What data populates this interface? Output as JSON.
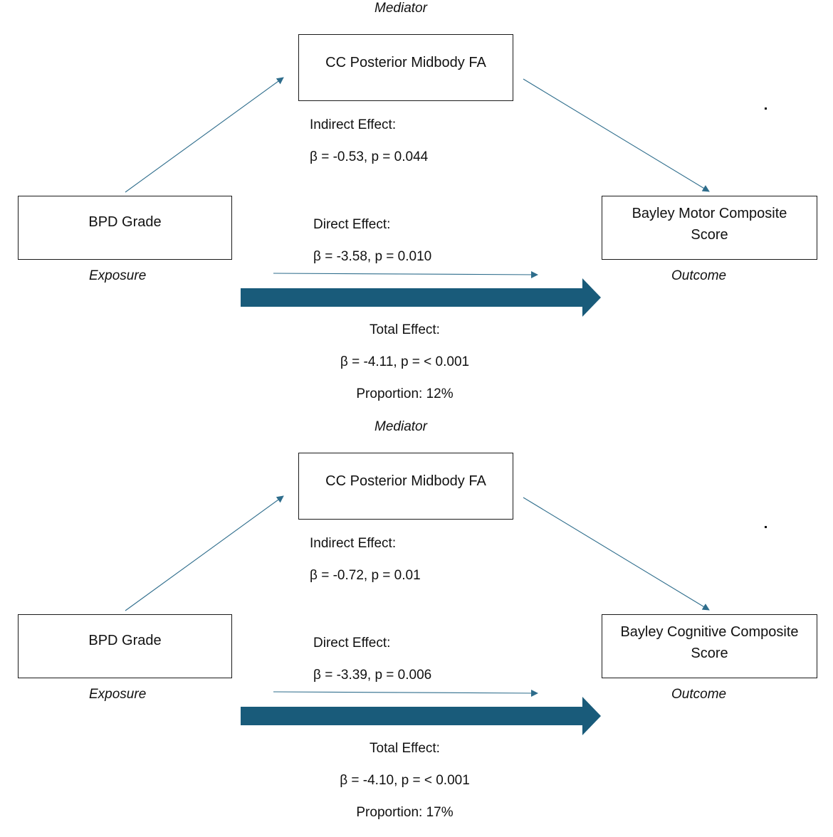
{
  "colors": {
    "thin_arrow": "#2e6d8c",
    "thick_arrow": "#195b7a",
    "box_border": "#1a1a1a",
    "text": "#111111"
  },
  "panels": [
    {
      "mediator_role": "Mediator",
      "mediator": "CC Posterior Midbody FA",
      "exposure": "BPD Grade",
      "exposure_role": "Exposure",
      "outcome": "Bayley Motor Composite Score",
      "outcome_role": "Outcome",
      "indirect_label": "Indirect Effect:",
      "indirect_stats": "β = -0.53, p = 0.044",
      "direct_label": "Direct Effect:",
      "direct_stats": "β = -3.58, p = 0.010",
      "total_label": "Total Effect:",
      "total_stats": "β  = -4.11, p = < 0.001",
      "proportion": "Proportion: 12%",
      "stray_mark": "."
    },
    {
      "mediator_role": "Mediator",
      "mediator": "CC Posterior Midbody FA",
      "exposure": "BPD Grade",
      "exposure_role": "Exposure",
      "outcome": "Bayley Cognitive Composite Score",
      "outcome_role": "Outcome",
      "indirect_label": "Indirect Effect:",
      "indirect_stats": "β = -0.72, p = 0.01",
      "direct_label": "Direct Effect:",
      "direct_stats": "β = -3.39, p = 0.006",
      "total_label": "Total Effect:",
      "total_stats": "β  = -4.10, p = < 0.001",
      "proportion": "Proportion: 17%",
      "stray_mark": "."
    }
  ]
}
